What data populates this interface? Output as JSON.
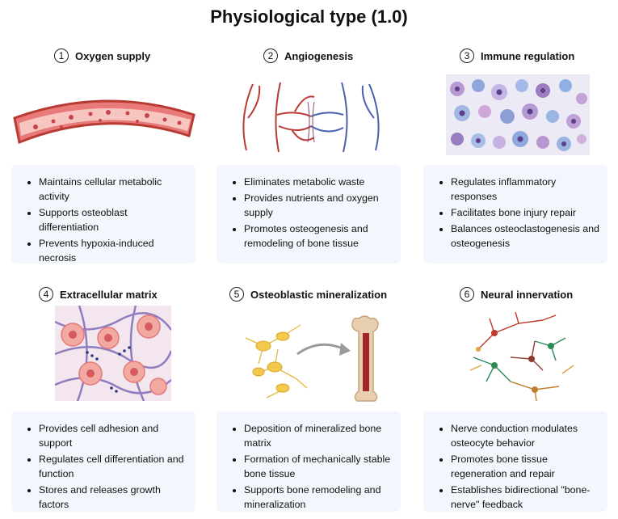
{
  "title": "Physiological type (1.0)",
  "sections": [
    {
      "num": "1",
      "heading": "Oxygen supply",
      "bullets": [
        "Maintains cellular metabolic activity",
        "Supports osteoblast differentiation",
        "Prevents hypoxia-induced necrosis"
      ],
      "illustration": "blood-vessel-icon"
    },
    {
      "num": "2",
      "heading": "Angiogenesis",
      "bullets": [
        "Eliminates metabolic waste",
        "Provides nutrients and oxygen supply",
        "Promotes osteogenesis and remodeling of bone tissue"
      ],
      "illustration": "vascular-network-icon"
    },
    {
      "num": "3",
      "heading": "Immune regulation",
      "bullets": [
        "Regulates inflammatory responses",
        "Facilitates bone injury repair",
        "Balances osteoclastogenesis and osteogenesis"
      ],
      "illustration": "immune-cells-icon"
    },
    {
      "num": "4",
      "heading": "Extracellular matrix",
      "bullets": [
        "Provides cell adhesion and support",
        "Regulates cell differentiation and function",
        "Stores and releases growth factors"
      ],
      "illustration": "extracellular-matrix-icon"
    },
    {
      "num": "5",
      "heading": "Osteoblastic mineralization",
      "bullets": [
        "Deposition of mineralized bone matrix",
        "Formation of mechanically stable bone tissue",
        "Supports bone remodeling and mineralization"
      ],
      "illustration": "osteoblast-to-bone-icon"
    },
    {
      "num": "6",
      "heading": "Neural innervation",
      "bullets": [
        "Nerve conduction modulates osteocyte behavior",
        "Promotes bone tissue regeneration and repair",
        "Establishes bidirectional \"bone-nerve\" feedback"
      ],
      "illustration": "neurons-icon"
    }
  ],
  "colors": {
    "box_bg": "#f3f6fc",
    "artery": "#b83a33",
    "vein": "#4a5fae",
    "bone": "#e8cfb0"
  }
}
